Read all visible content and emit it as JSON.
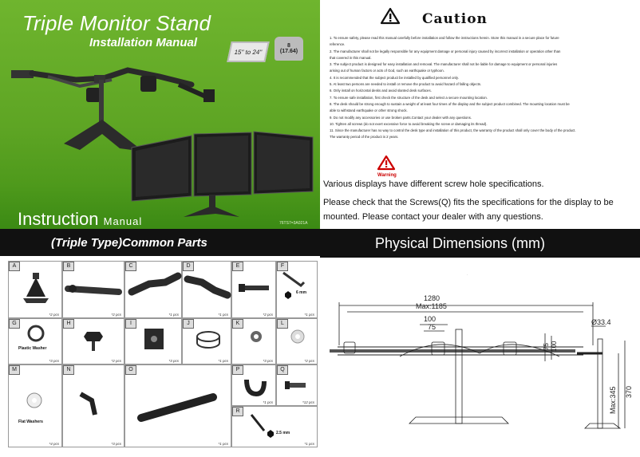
{
  "cover": {
    "title": "Triple Monitor Stand",
    "subtitle": "Installation Manual",
    "size_badge": "15\" to 24\"",
    "weight_badge_top": "8",
    "weight_badge_bottom": "(17.64)",
    "instruction_word": "Instruction",
    "manual_word": "Manual",
    "model": "76TS7=3A021A"
  },
  "caution": {
    "title": "Caution",
    "items": [
      "1.  To ensure safety, please read this manual carefully before installation and follow the instructions herein. Store this manual in a secure place for future",
      "      reference.",
      "2.  The manufacturer shall not be legally responsible for any equipment damage or personal injury caused by incorrect installation or operation other than",
      "      that covered in this manual.",
      "3.  The subject product is designed for easy installation and removal. The manufacturer shall not be liable for damage to equipment or personal injuries",
      "      arising out of human factors or acts of God, such as earthquake or typhoon.",
      "4.  It is recommended that the subject product be installed by qualified personnel only.",
      "5.  At least two persons are needed to install or remove the product to avoid hazard of falling objects.",
      "6.  Only install on horizontal desks and avoid slanted desk surfaces.",
      "7.  To ensure safe installation, first check the structure of the desk and select a secure mounting location.",
      "8.  The desk should be strong enough to sustain a weight of at least four times of the display and the subject product combined. The mounting location must be",
      "      able to withstand earthquake or other strong shock.",
      "9.  Do not modify any accessories or use broken parts.Contact your dealer with any questions.",
      "10. Tighten all screws (do not exert excessive force to avoid breaking the screw or damaging its thread).",
      "11. Since the manufacturer has no way to control the desk type and installation of this product, the warranty of the product shall only cover the body of the product.",
      "      The warranty period of the product is 2 years."
    ],
    "warning_label": "Warning",
    "para1": "Various displays have different screw hole specifications.",
    "para2": "Please check that the Screws(Q) fits the specifications for the display to be",
    "para3": "mounted. Please contact your dealer with any questions."
  },
  "parts": {
    "heading": "(Triple Type)Common Parts",
    "cells": [
      {
        "label": "A",
        "qty": "*2 pcs"
      },
      {
        "label": "B",
        "qty": "*2 pcs"
      },
      {
        "label": "C",
        "qty": "*1 pcs"
      },
      {
        "label": "D",
        "qty": "*1 pcs"
      },
      {
        "label": "E",
        "qty": "*2 pcs"
      },
      {
        "label": "F",
        "qty": "*1 pcs",
        "note": "6 mm"
      },
      {
        "label": "G",
        "qty": "*3 pcs",
        "note": "Plastic Washer"
      },
      {
        "label": "H",
        "qty": "*2 pcs"
      },
      {
        "label": "I",
        "qty": "*3 pcs"
      },
      {
        "label": "J",
        "qty": "*1 pcs"
      },
      {
        "label": "K",
        "qty": "*3 pcs"
      },
      {
        "label": "L",
        "qty": "*2 pcs"
      },
      {
        "label": "M",
        "qty": "*4 pcs",
        "note": "Flat Washers"
      },
      {
        "label": "N",
        "qty": "*3 pcs"
      },
      {
        "label": "O",
        "qty": "*1 pcs"
      },
      {
        "label": "P",
        "qty": "*1 pcs"
      },
      {
        "label": "Q",
        "qty": "*12 pcs"
      },
      {
        "label": "R",
        "qty": "*1 pcs",
        "note": "2.5 mm"
      }
    ]
  },
  "dims": {
    "heading": "Physical Dimensions (mm)",
    "dot": ".",
    "d1280": "1280",
    "dmax1185": "Max:1185",
    "d100": "100",
    "d75": "75",
    "d75v": "75",
    "d100v": "100",
    "d334": "Ø33.4",
    "dmax345": "Max:345",
    "d370": "370"
  }
}
